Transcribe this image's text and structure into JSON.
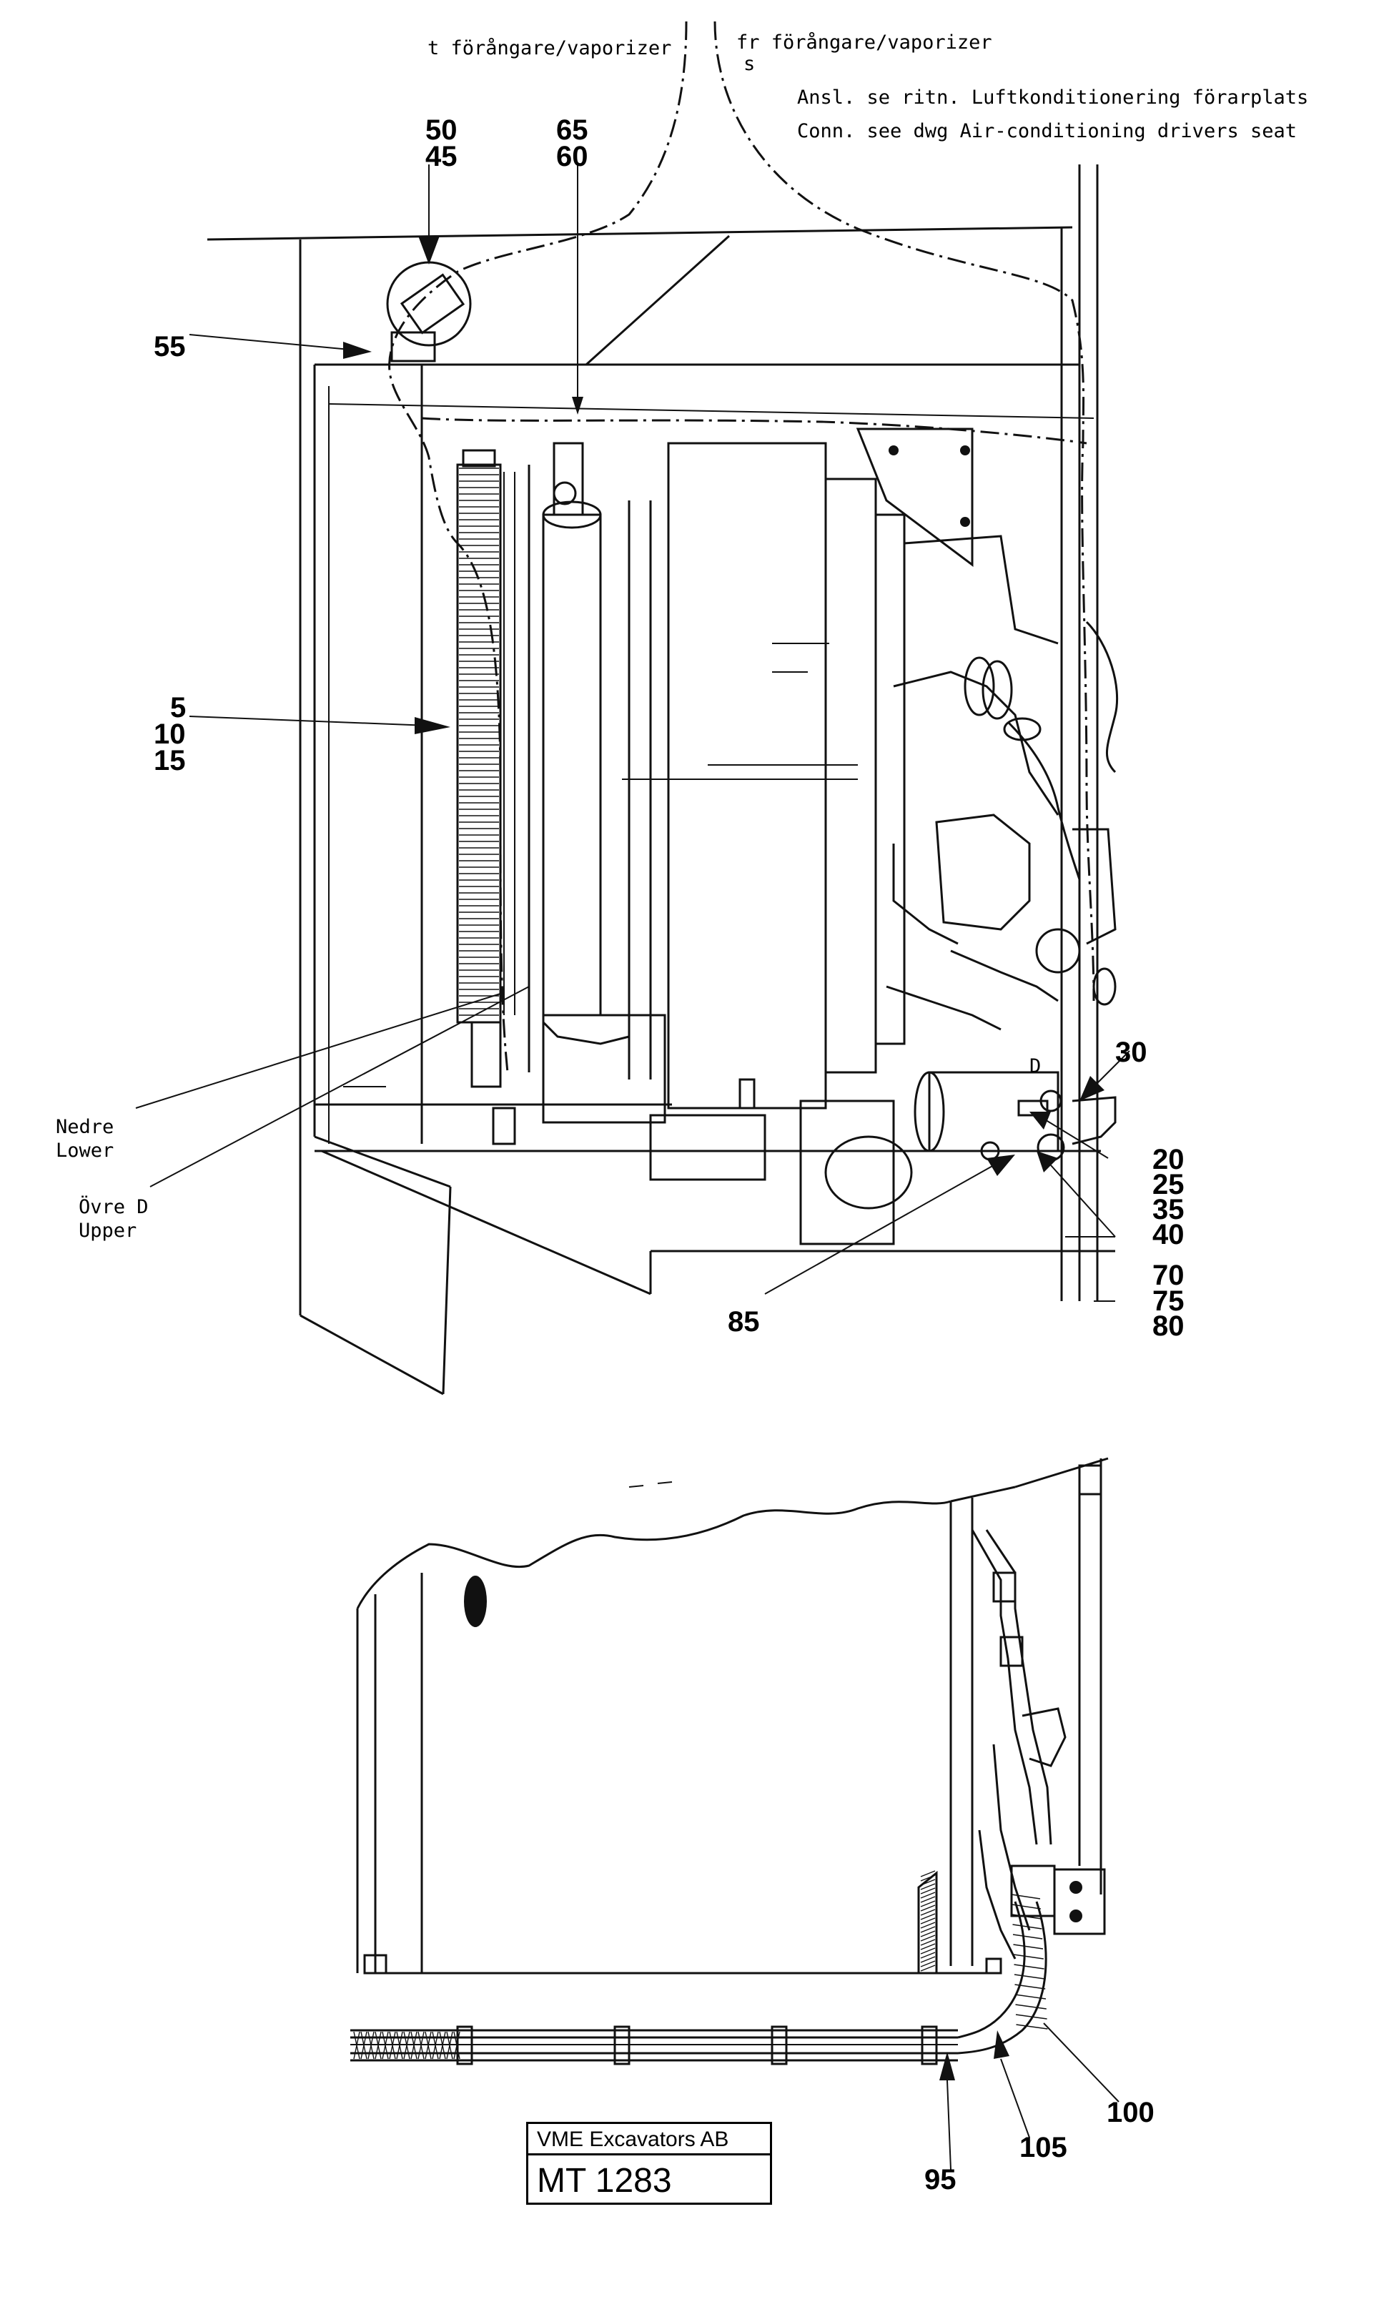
{
  "notes": {
    "to_vaporizer": "t förångare/vaporizer",
    "from_vaporizer": "fr förångare/vaporizer",
    "from_vaporizer_suffix": "s",
    "conn_sv": "Ansl. se ritn. Luftkonditionering förarplats",
    "conn_en": "Conn. see dwg Air-conditioning drivers seat"
  },
  "labels": {
    "lower_sv": "Nedre",
    "lower_en": "Lower",
    "upper_sv": "Övre D",
    "upper_en": "Upper",
    "d": "D"
  },
  "callouts": {
    "c50": "50",
    "c45": "45",
    "c65": "65",
    "c60": "60",
    "c55": "55",
    "c5": "5",
    "c10": "10",
    "c15": "15",
    "c30": "30",
    "c20": "20",
    "c25": "25",
    "c35": "35",
    "c40": "40",
    "c70": "70",
    "c75": "75",
    "c80": "80",
    "c85": "85",
    "c100": "100",
    "c105": "105",
    "c95": "95"
  },
  "title_block": {
    "company": "VME Excavators AB",
    "code": "MT 1283"
  }
}
